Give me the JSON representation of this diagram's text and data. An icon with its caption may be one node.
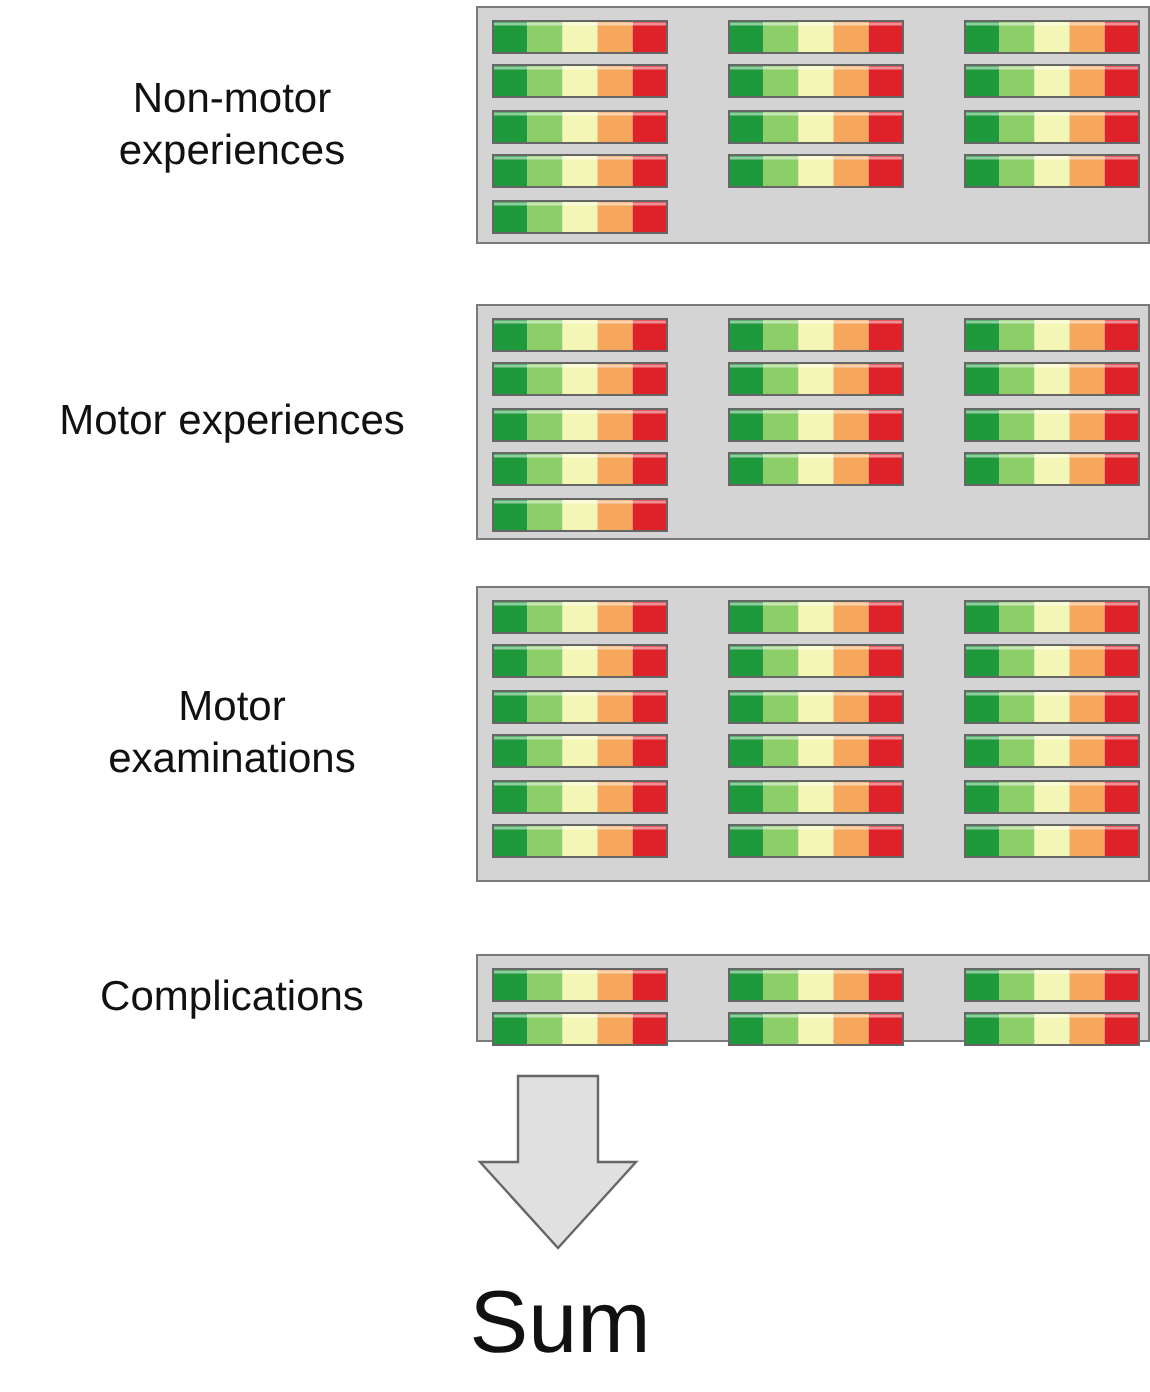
{
  "diagram": {
    "nodes": [
      {
        "text": [
          "Non-motor experiences"
        ]
      },
      {
        "text": [
          "Motor experiences"
        ]
      },
      {
        "text": [
          "Motor examinations"
        ]
      },
      {
        "text": [
          "Complications"
        ]
      },
      {
        "text": [
          "Sum"
        ]
      }
    ],
    "edges": [
      {
        "from": 3,
        "to": 4,
        "arrow": "to"
      }
    ]
  }
}
